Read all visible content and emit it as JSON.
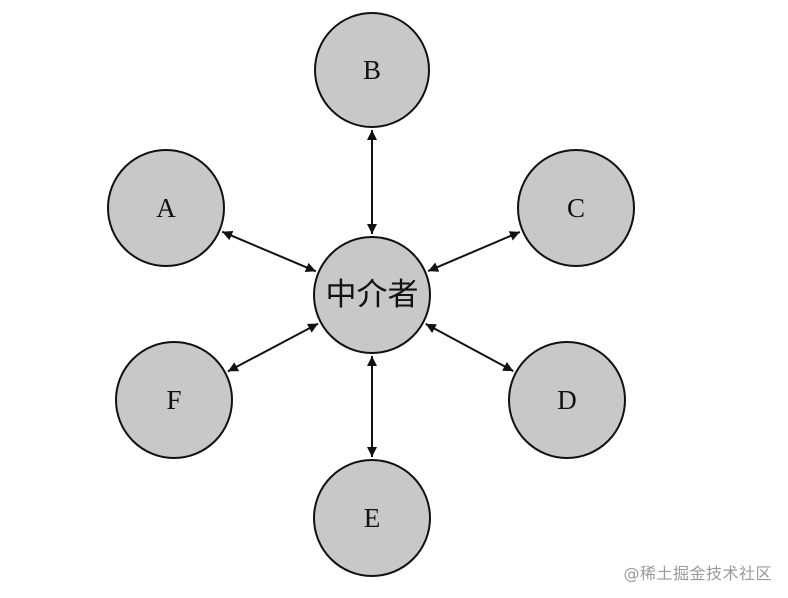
{
  "diagram": {
    "center": {
      "id": "M",
      "label": "中介者"
    },
    "nodes": [
      {
        "id": "B",
        "label": "B"
      },
      {
        "id": "A",
        "label": "A"
      },
      {
        "id": "C",
        "label": "C"
      },
      {
        "id": "F",
        "label": "F"
      },
      {
        "id": "D",
        "label": "D"
      },
      {
        "id": "E",
        "label": "E"
      }
    ],
    "edges": [
      {
        "from": "M",
        "to": "B",
        "direction": "both"
      },
      {
        "from": "M",
        "to": "A",
        "direction": "both"
      },
      {
        "from": "M",
        "to": "C",
        "direction": "both"
      },
      {
        "from": "M",
        "to": "F",
        "direction": "both"
      },
      {
        "from": "M",
        "to": "D",
        "direction": "both"
      },
      {
        "from": "M",
        "to": "E",
        "direction": "both"
      }
    ],
    "colors": {
      "node_fill": "#c8c8c8",
      "stroke": "#111111",
      "background": "#ffffff"
    }
  },
  "watermark": "@稀土掘金技术社区"
}
